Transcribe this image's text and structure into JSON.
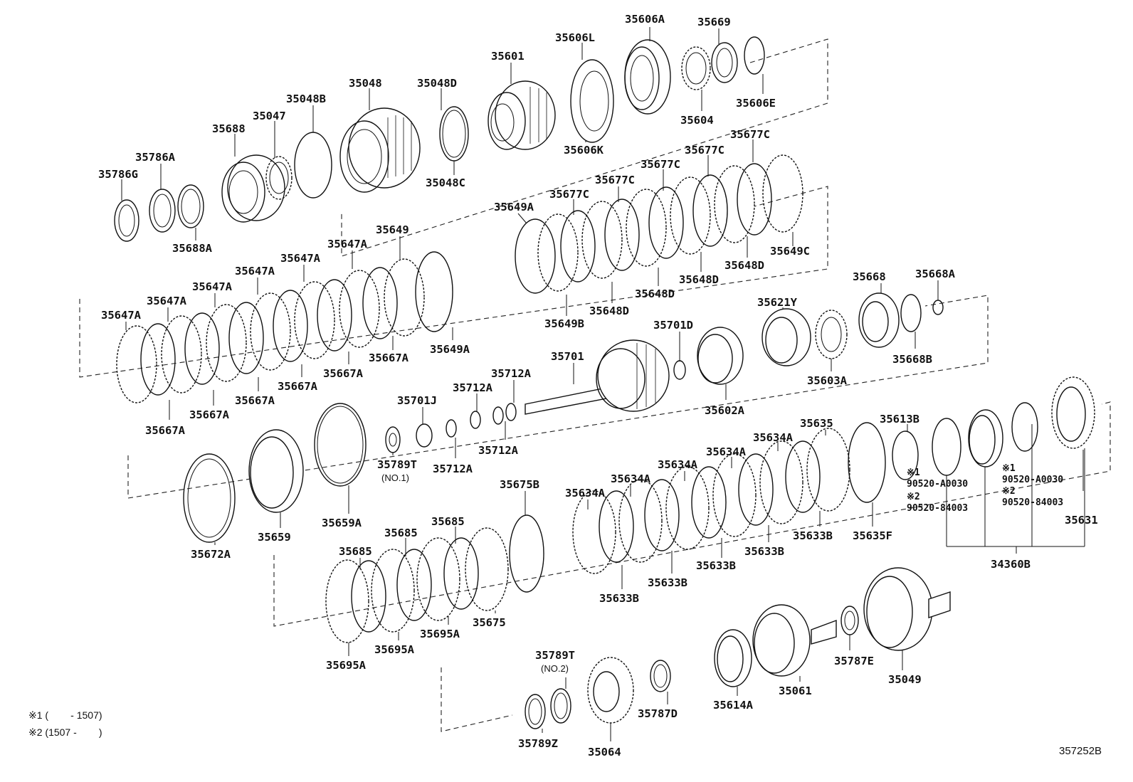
{
  "parts": {
    "p35606A": "35606A",
    "p35669": "35669",
    "p35606L": "35606L",
    "p35601": "35601",
    "p35048": "35048",
    "p35048D": "35048D",
    "p35048B": "35048B",
    "p35047": "35047",
    "p35688": "35688",
    "p35786A": "35786A",
    "p35786G": "35786G",
    "p35688A": "35688A",
    "p35048C": "35048C",
    "p35606K": "35606K",
    "p35604": "35604",
    "p35606E": "35606E",
    "p35677C": "35677C",
    "p35649A": "35649A",
    "p35649C": "35649C",
    "p35648D": "35648D",
    "p35649B": "35649B",
    "p35649": "35649",
    "p35647A": "35647A",
    "p35667A": "35667A",
    "p35668": "35668",
    "p35668A": "35668A",
    "p35668B": "35668B",
    "p35621Y": "35621Y",
    "p35701D": "35701D",
    "p35701": "35701",
    "p35712A": "35712A",
    "p35701J": "35701J",
    "p35602A": "35602A",
    "p35603A": "35603A",
    "p35789T": "35789T",
    "p35659A": "35659A",
    "p35659": "35659",
    "p35672A": "35672A",
    "p35675B": "35675B",
    "p35685": "35685",
    "p35695A": "35695A",
    "p35675": "35675",
    "p35634A": "35634A",
    "p35635": "35635",
    "p35633B": "35633B",
    "p35613B": "35613B",
    "p35635F": "35635F",
    "p90520A0030": "90520-A0030",
    "p9052084003": "90520-84003",
    "p35631": "35631",
    "p34360B": "34360B",
    "p35787E": "35787E",
    "p35049": "35049",
    "p35061": "35061",
    "p35614A": "35614A",
    "p35787D": "35787D",
    "p35064": "35064",
    "p35789Z": "35789Z"
  },
  "notes": {
    "no1": "(NO.1)",
    "no2": "(NO.2)",
    "mark1": "※1",
    "mark2": "※2",
    "legend1": "※1 (        - 1507)",
    "legend2": "※2 (1507 -        )"
  },
  "reference_id": "357252B"
}
